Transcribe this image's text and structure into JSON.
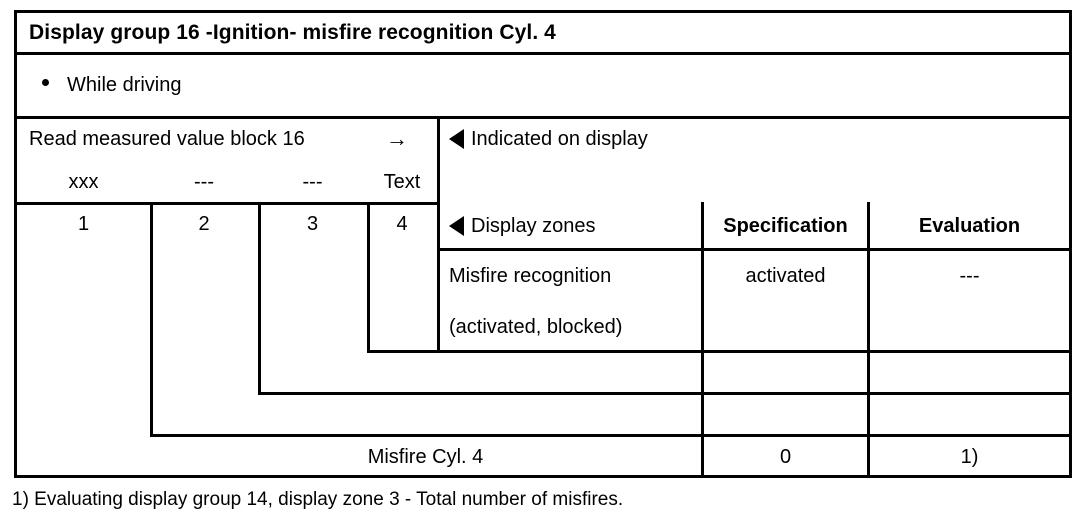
{
  "document": {
    "title": "Display group 16 -Ignition- misfire recognition Cyl. 4",
    "condition_bullet": "While driving",
    "footnote": "1) Evaluating display group 14, display zone 3 - Total number of misfires."
  },
  "left_panel": {
    "instruction": "Read measured value block 16",
    "arrow_icon": "arrow-right",
    "unit_row": [
      "xxx",
      "---",
      "---",
      "Text"
    ],
    "zone_numbers": [
      "1",
      "2",
      "3",
      "4"
    ],
    "summary_label": "Misfire Cyl. 4"
  },
  "right_panel": {
    "indicated_on_display": "Indicated on display",
    "indicated_marker_icon": "triangle-left-icon",
    "display_zones_label": "Display zones",
    "display_zones_marker_icon": "triangle-left-icon",
    "columns": {
      "specification": "Specification",
      "evaluation": "Evaluation"
    },
    "rows": [
      {
        "zone_text_line1": "Misfire recognition",
        "zone_text_line2": "(activated, blocked)",
        "specification": "activated",
        "evaluation": "---"
      },
      {
        "zone_text_line1": "",
        "zone_text_line2": "",
        "specification": "",
        "evaluation": ""
      },
      {
        "zone_text_line1": "",
        "zone_text_line2": "",
        "specification": "",
        "evaluation": ""
      }
    ],
    "summary_row": {
      "specification": "0",
      "evaluation": "1)"
    }
  },
  "colors": {
    "rule": "#000000",
    "background": "#ffffff",
    "text": "#000000"
  }
}
